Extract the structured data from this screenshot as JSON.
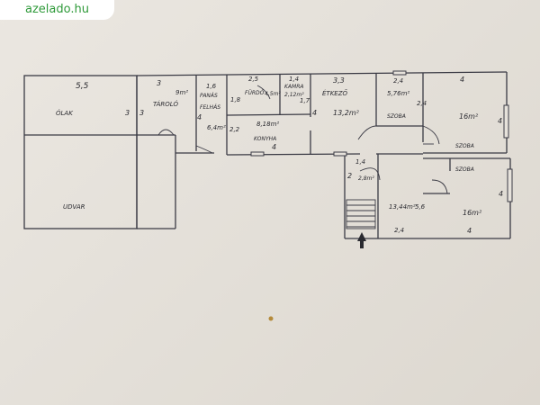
{
  "watermark": {
    "text": "azelado.hu"
  },
  "plan": {
    "dims": {
      "d55": "5,5",
      "d3a": "3",
      "d16": "1,6",
      "d25": "2,5",
      "d14a": "1,4",
      "d33": "3,3",
      "d24a": "2,4",
      "d4top": "4",
      "d3left": "3",
      "d3right": "3",
      "d4taro": "4",
      "d18": "1,8",
      "d17": "1,7",
      "d22": "2,2",
      "d4kony": "4",
      "d4etk": "4",
      "d24b": "2,4",
      "d4szoba1": "4",
      "d14b": "1,4",
      "d2": "2",
      "d56": "5,6",
      "d24c": "2,4",
      "d4szoba2": "4",
      "d4bottom": "4"
    },
    "rooms": {
      "olak": "ÓLAK",
      "udvar": "UDVAR",
      "tarolo": "TÁROLÓ",
      "tarolo_area": "9m²",
      "panas": "PANÁS",
      "felhas": "FELHÁS",
      "area64": "6,4m²",
      "furdo": "FÜRDŐ",
      "area45": "4,5m²",
      "kamra": "KAMRA",
      "area212": "2,12m²",
      "konyha": "KONYHA",
      "area818": "8,18m²",
      "etkezo": "ÉTKEZŐ",
      "area132": "13,2m²",
      "area576": "5,76m²",
      "szoba_small": "SZOBA",
      "area16a": "16m²",
      "szoba1": "SZOBA",
      "szoba2": "SZOBA",
      "area16b": "16m²",
      "area28": "2,8m²",
      "area1344": "13,44m²"
    }
  }
}
